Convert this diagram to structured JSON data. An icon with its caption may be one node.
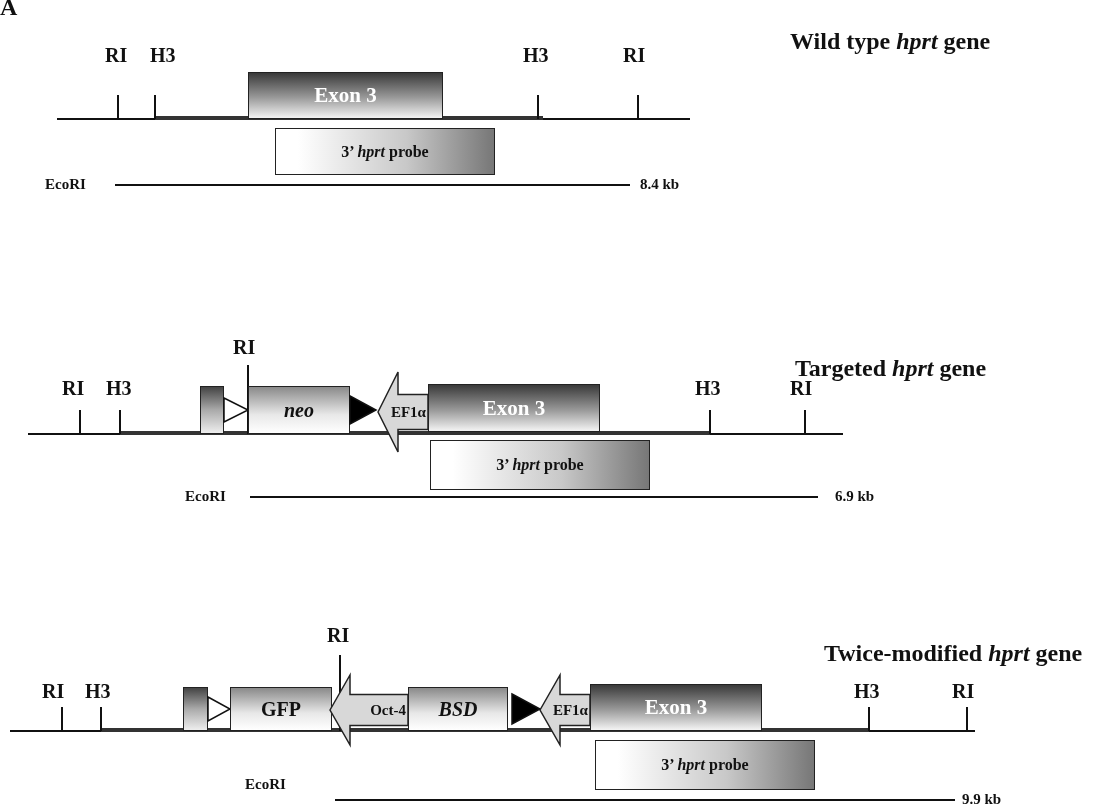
{
  "diagram": {
    "nodes": [
      {
        "text": [
          "Exon 3"
        ]
      },
      {
        "text": [
          "3’ *hprt* probe"
        ]
      },
      {
        "text": [],
        "shape": "box"
      },
      {
        "text": [],
        "shape": "triangle"
      },
      {
        "text": [
          "neo"
        ]
      },
      {
        "text": [],
        "shape": "triangle"
      },
      {
        "text": [
          "EF1α"
        ]
      },
      {
        "text": [
          "Exon 3"
        ]
      },
      {
        "text": [
          "3’ *hprt* probe"
        ]
      },
      {
        "text": [],
        "shape": "box"
      },
      {
        "text": [],
        "shape": "triangle"
      },
      {
        "text": [
          "GFP"
        ]
      },
      {
        "text": [
          "Oct-4"
        ]
      },
      {
        "text": [
          "BSD"
        ]
      },
      {
        "text": [],
        "shape": "triangle"
      },
      {
        "text": [
          "EF1α"
        ]
      },
      {
        "text": [
          "Exon 3"
        ]
      },
      {
        "text": [
          "3’ *hprt* probe"
        ]
      }
    ],
    "edges": [],
    "labels": [
      "A",
      "Wild type *hprt* gene",
      "RI",
      "H3",
      "H3",
      "RI",
      "EcoRI",
      "8.4 kb",
      "Targeted *hprt* gene",
      "RI",
      "RI",
      "H3",
      "H3",
      "RI",
      "EcoRI",
      "6.9 kb",
      "Twice-modified *hprt* gene",
      "RI",
      "RI",
      "H3",
      "H3",
      "RI",
      "EcoRI",
      "9.9 kb"
    ]
  }
}
